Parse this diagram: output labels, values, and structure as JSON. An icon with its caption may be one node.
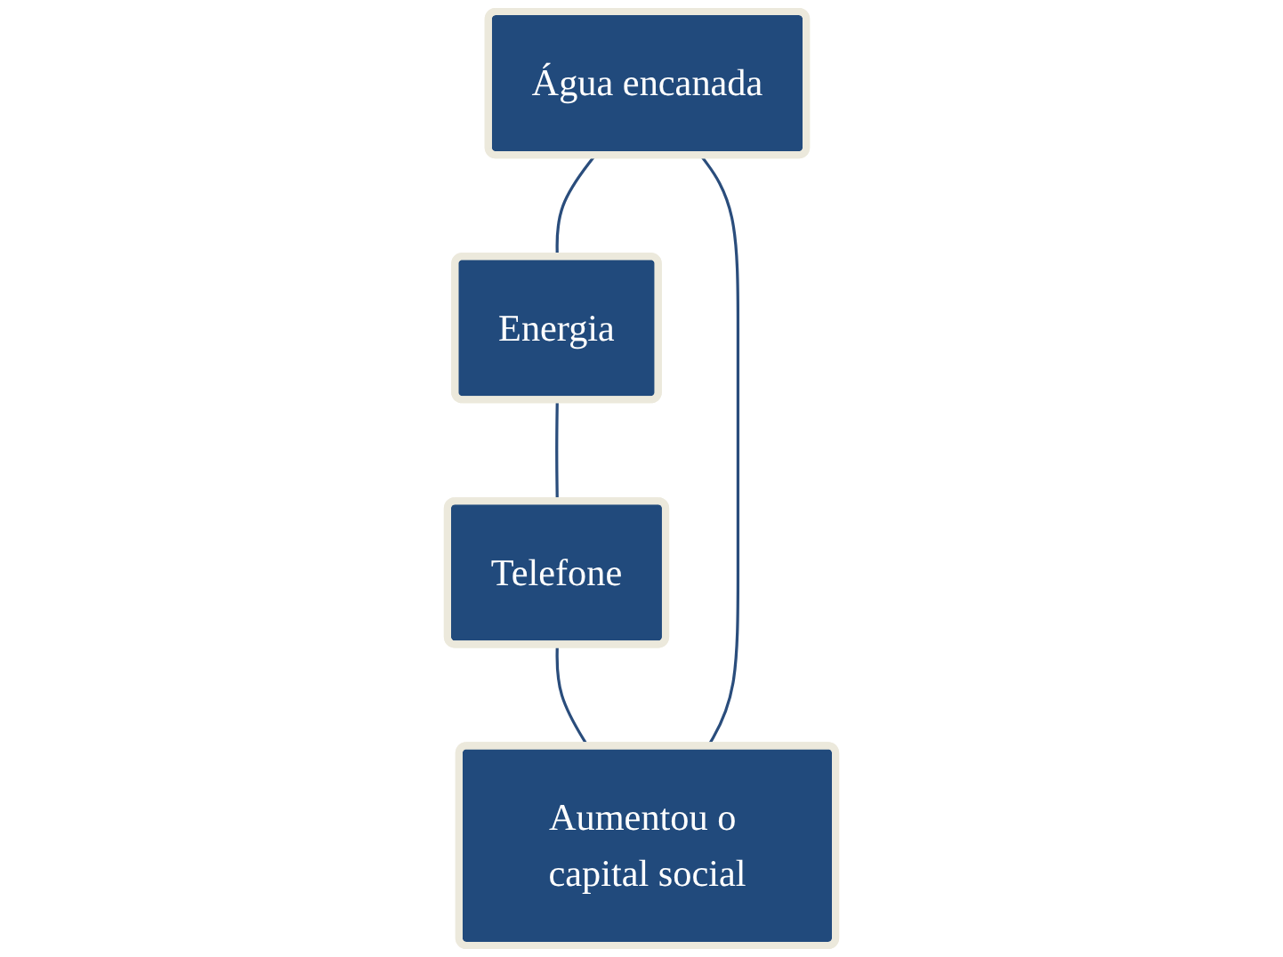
{
  "diagram": {
    "nodes": [
      {
        "text": [
          "Água encanada"
        ]
      },
      {
        "text": [
          "Aumentou o capital social"
        ]
      },
      {
        "text": [
          "Energia"
        ]
      },
      {
        "text": [
          "Telefone"
        ]
      }
    ],
    "edges": [
      {
        "from": 0,
        "to": 2,
        "arrow": "none"
      },
      {
        "from": 2,
        "to": 3,
        "arrow": "none"
      },
      {
        "from": 3,
        "to": 1,
        "arrow": "none"
      },
      {
        "from": 1,
        "to": 0,
        "arrow": "none"
      }
    ]
  }
}
